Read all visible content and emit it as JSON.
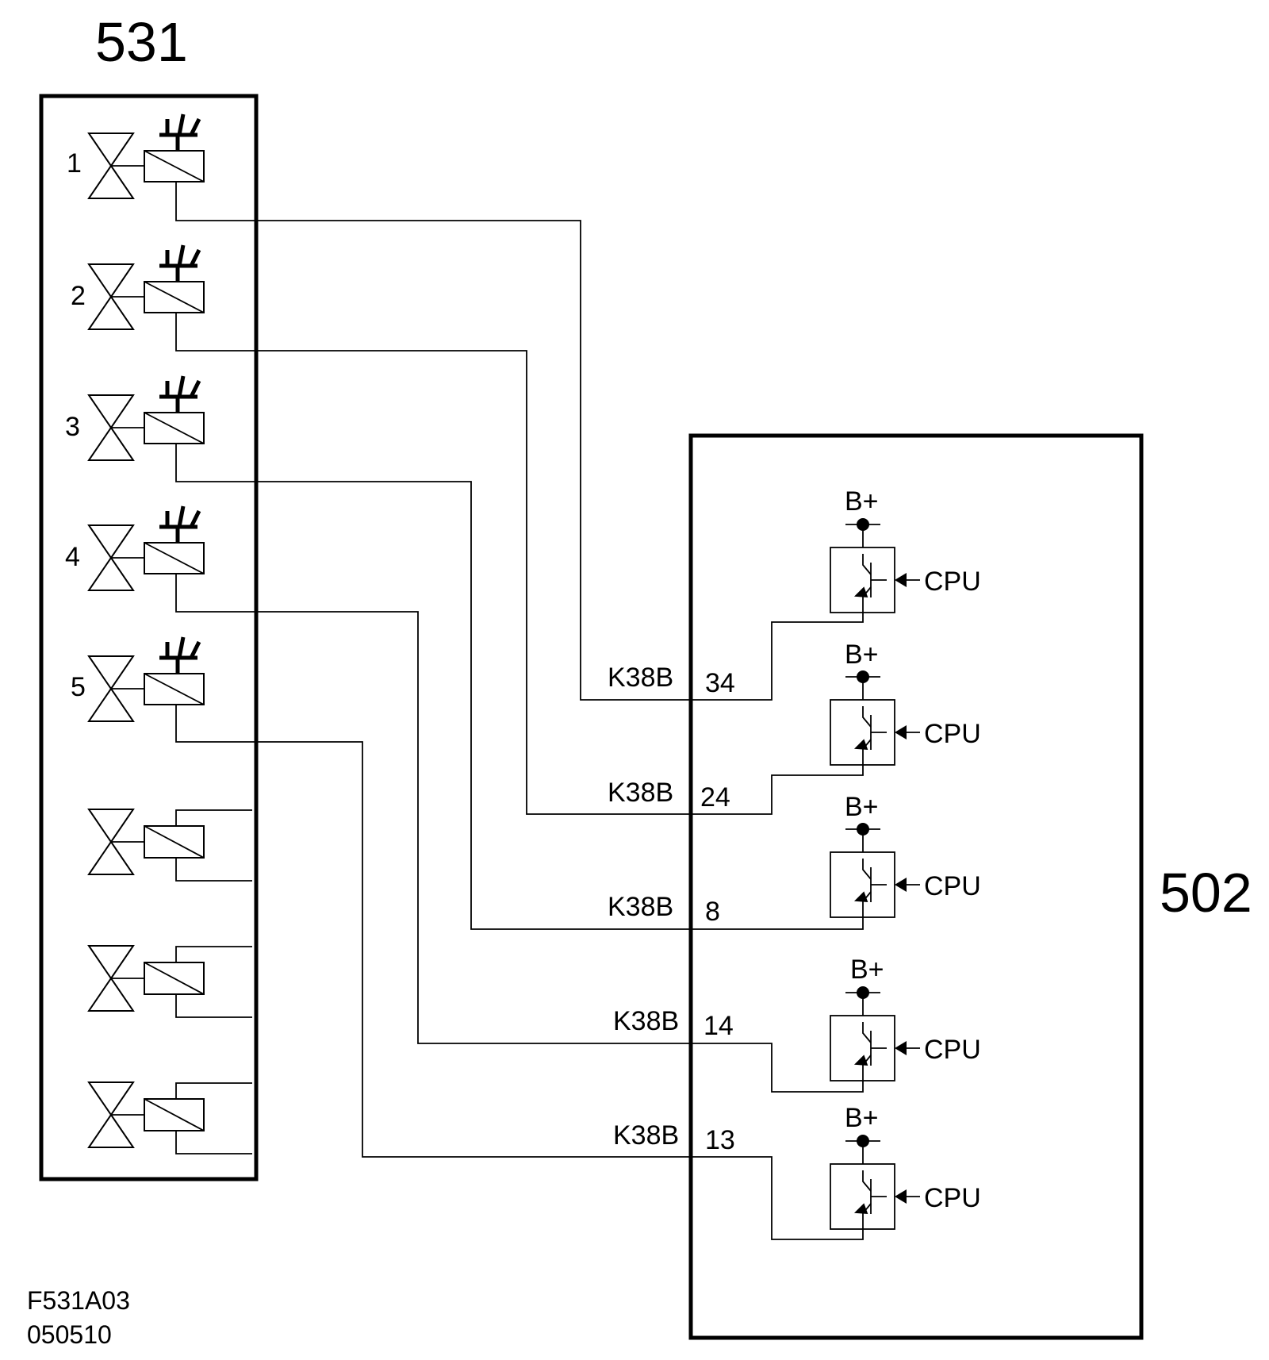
{
  "left_block": {
    "label": "531"
  },
  "right_block": {
    "label": "502"
  },
  "valves": [
    {
      "number": "1"
    },
    {
      "number": "2"
    },
    {
      "number": "3"
    },
    {
      "number": "4"
    },
    {
      "number": "5"
    },
    {
      "number": ""
    },
    {
      "number": ""
    },
    {
      "number": ""
    }
  ],
  "drivers": [
    {
      "supply": "B+",
      "input": "CPU"
    },
    {
      "supply": "B+",
      "input": "CPU"
    },
    {
      "supply": "B+",
      "input": "CPU"
    },
    {
      "supply": "B+",
      "input": "CPU"
    },
    {
      "supply": "B+",
      "input": "CPU"
    }
  ],
  "connections": [
    {
      "connector": "K38B",
      "pin": "34"
    },
    {
      "connector": "K38B",
      "pin": "24"
    },
    {
      "connector": "K38B",
      "pin": "8"
    },
    {
      "connector": "K38B",
      "pin": "14"
    },
    {
      "connector": "K38B",
      "pin": "13"
    }
  ],
  "footer": {
    "code": "F531A03",
    "date": "050510"
  }
}
